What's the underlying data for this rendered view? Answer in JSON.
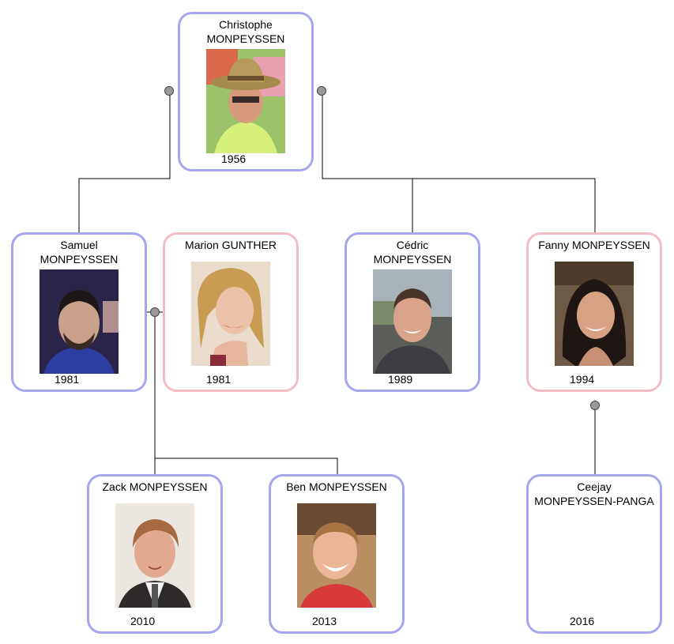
{
  "people": {
    "christophe": {
      "name": "Christophe\nMONPEYSSEN",
      "year": "1956",
      "photo": "portrait-man-straw-hat"
    },
    "samuel": {
      "name": "Samuel\nMONPEYSSEN",
      "year": "1981",
      "photo": "portrait-young-man"
    },
    "marion": {
      "name": "Marion GUNTHER",
      "year": "1981",
      "photo": "portrait-blonde-woman"
    },
    "cedric": {
      "name": "Cédric\nMONPEYSSEN",
      "year": "1989",
      "photo": "portrait-smiling-man"
    },
    "fanny": {
      "name": "Fanny MONPEYSSEN",
      "year": "1994",
      "photo": "portrait-dark-haired-woman"
    },
    "zack": {
      "name": "Zack MONPEYSSEN",
      "year": "2010",
      "photo": "portrait-boy"
    },
    "ben": {
      "name": "Ben MONPEYSSEN",
      "year": "2013",
      "photo": "portrait-toddler"
    },
    "ceejay": {
      "name": "Ceejay\nMONPEYSSEN-PANGA",
      "year": "2016",
      "photo": ""
    }
  },
  "colors": {
    "male_border": "#a6a6ee",
    "female_border": "#f3bcc4",
    "connector": "#000000",
    "knob": "#9a9a9a"
  }
}
